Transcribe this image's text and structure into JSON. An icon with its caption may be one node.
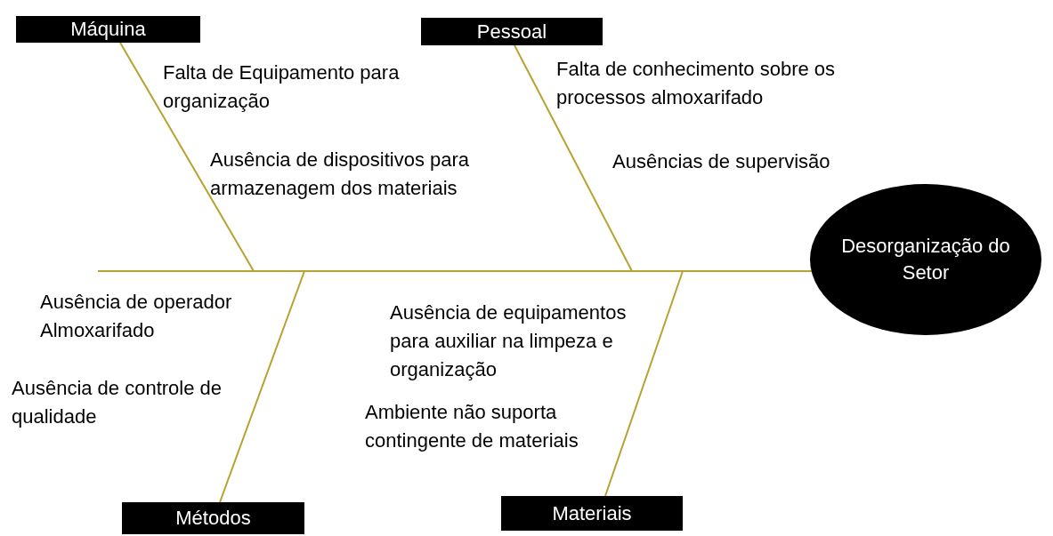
{
  "diagram": {
    "nodes": [
      {
        "text": [
          "Máquina"
        ]
      },
      {
        "text": [
          "Pessoal"
        ]
      },
      {
        "text": [
          "Métodos"
        ]
      },
      {
        "text": [
          "Materiais"
        ]
      },
      {
        "text": [
          "Desorganização do Setor"
        ]
      }
    ],
    "edges": [
      {
        "from": 0,
        "to": 4,
        "arrow": "none"
      },
      {
        "from": 1,
        "to": 4,
        "arrow": "none"
      },
      {
        "from": 2,
        "to": 4,
        "arrow": "none"
      },
      {
        "from": 3,
        "to": 4,
        "arrow": "none"
      }
    ],
    "labels": [
      "Falta de Equipamento para organização",
      "Falta de conhecimento sobre os processos almoxarifado",
      "Ausência de dispositivos para armazenagem dos materiais",
      "Ausências de supervisão",
      "Ausência de operador Almoxarifado",
      "Ausência de equipamentos para auxiliar na limpeza e organização",
      "Ausência de controle de qualidade",
      "Ambiente não suporta contingente de materiais"
    ]
  }
}
